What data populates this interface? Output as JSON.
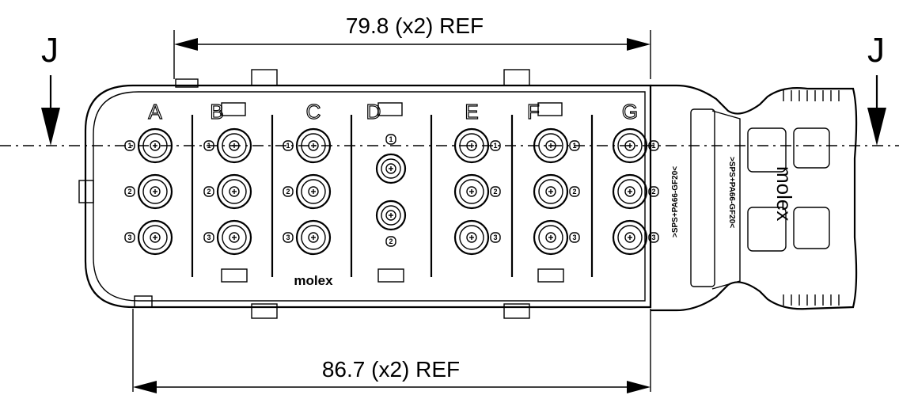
{
  "dimensions": {
    "top": "79.8 (x2) REF",
    "bottom": "86.7 (x2) REF"
  },
  "section_markers": {
    "left": "J",
    "right": "J"
  },
  "columns": [
    {
      "letter": "A",
      "cavities": [
        "1",
        "2",
        "3"
      ],
      "has_top_slot": false,
      "has_bottom_slot": false
    },
    {
      "letter": "B",
      "cavities": [
        "1",
        "2",
        "3"
      ],
      "has_top_slot": true,
      "has_bottom_slot": true
    },
    {
      "letter": "C",
      "cavities": [
        "1",
        "2",
        "3"
      ],
      "has_top_slot": false,
      "has_bottom_slot": false
    },
    {
      "letter": "D",
      "cavities": [
        "1",
        "2"
      ],
      "has_top_slot": true,
      "has_bottom_slot": true
    },
    {
      "letter": "E",
      "cavities": [
        "1",
        "2",
        "3"
      ],
      "has_top_slot": false,
      "has_bottom_slot": false
    },
    {
      "letter": "F",
      "cavities": [
        "1",
        "2",
        "3"
      ],
      "has_top_slot": true,
      "has_bottom_slot": true
    },
    {
      "letter": "G",
      "cavities": [
        "1",
        "2",
        "3"
      ],
      "has_top_slot": false,
      "has_bottom_slot": false
    }
  ],
  "brand_on_body": "molex",
  "brand_on_latch": "molex",
  "material_mark_1": ">SPS+PA66-GF20<",
  "material_mark_2": ">SPS+PA66-GF20<"
}
